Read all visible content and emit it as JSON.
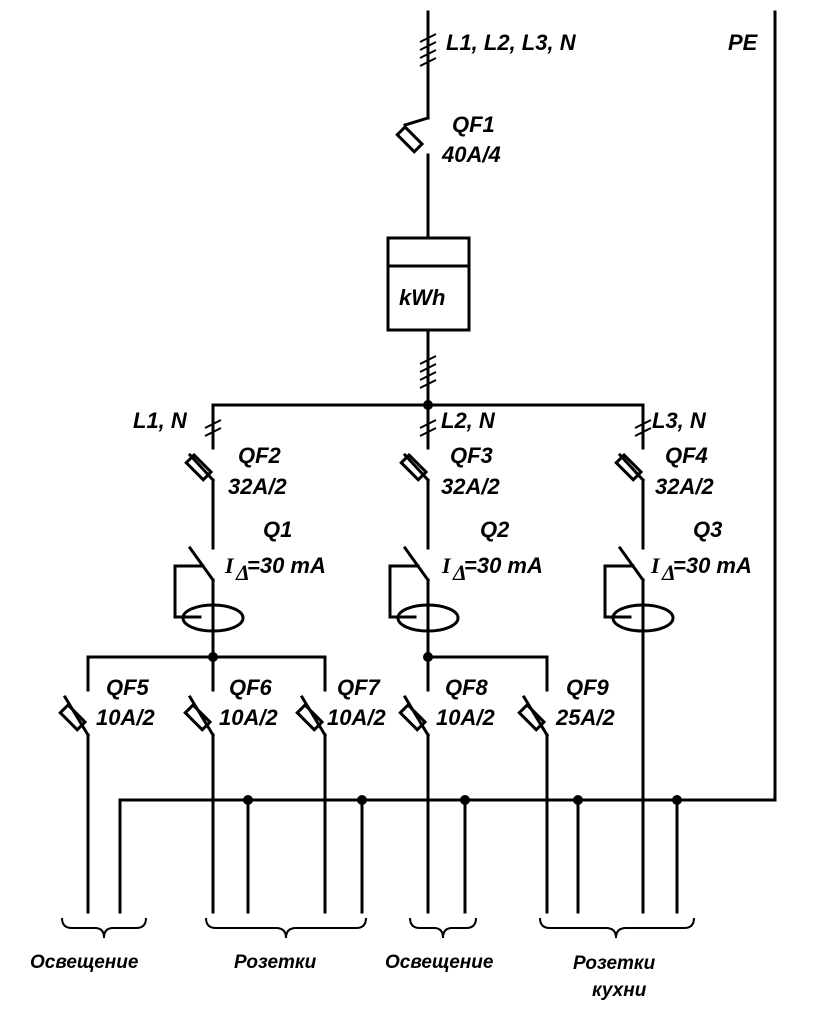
{
  "main_feed": {
    "label": "L1, L2, L3, N",
    "pe_label": "PE"
  },
  "qf1": {
    "name": "QF1",
    "rating": "40A/4"
  },
  "meter": {
    "label": "kWh"
  },
  "branches": [
    {
      "phase": "L1, N",
      "breaker": "QF2",
      "rating": "32A/2",
      "rcd": "Q1",
      "rcd_current": "=30 mA"
    },
    {
      "phase": "L2, N",
      "breaker": "QF3",
      "rating": "32A/2",
      "rcd": "Q2",
      "rcd_current": "=30 mA"
    },
    {
      "phase": "L3, N",
      "breaker": "QF4",
      "rating": "32A/2",
      "rcd": "Q3",
      "rcd_current": "=30 mA"
    }
  ],
  "rcd_symbol": {
    "main": "I",
    "sub": "Δ"
  },
  "outgoing": [
    {
      "name": "QF5",
      "rating": "10A/2"
    },
    {
      "name": "QF6",
      "rating": "10A/2"
    },
    {
      "name": "QF7",
      "rating": "10A/2"
    },
    {
      "name": "QF8",
      "rating": "10A/2"
    },
    {
      "name": "QF9",
      "rating": "25A/2"
    }
  ],
  "groups": [
    {
      "label": "Освещение"
    },
    {
      "label": "Розетки"
    },
    {
      "label": "Освещение"
    },
    {
      "label_line1": "Розетки",
      "label_line2": "кухни"
    }
  ]
}
